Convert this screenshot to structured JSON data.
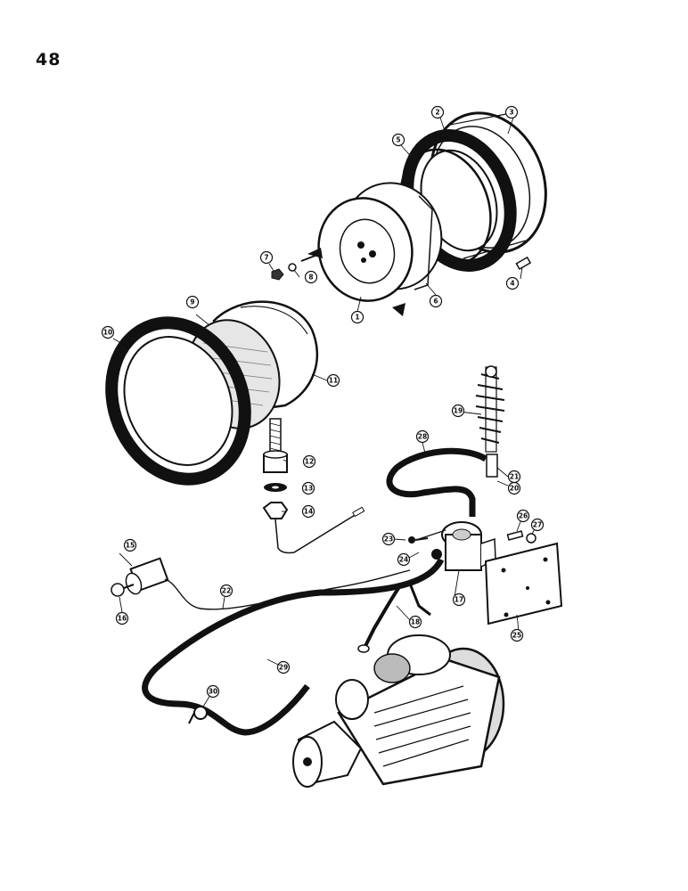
{
  "page_number": "48",
  "callouts": [
    {
      "id": "c1",
      "label": "1"
    },
    {
      "id": "c2",
      "label": "2"
    },
    {
      "id": "c3",
      "label": "3"
    },
    {
      "id": "c4",
      "label": "4"
    },
    {
      "id": "c5",
      "label": "5"
    },
    {
      "id": "c6",
      "label": "6"
    },
    {
      "id": "c7",
      "label": "7"
    },
    {
      "id": "c8",
      "label": "8"
    },
    {
      "id": "c9",
      "label": "9"
    },
    {
      "id": "c10",
      "label": "10"
    },
    {
      "id": "c11",
      "label": "11"
    },
    {
      "id": "c12",
      "label": "12"
    },
    {
      "id": "c13",
      "label": "13"
    },
    {
      "id": "c14",
      "label": "14"
    },
    {
      "id": "c15",
      "label": "15"
    },
    {
      "id": "c16",
      "label": "16"
    },
    {
      "id": "c17",
      "label": "17"
    },
    {
      "id": "c18",
      "label": "18"
    },
    {
      "id": "c19",
      "label": "19"
    },
    {
      "id": "c20",
      "label": "20"
    },
    {
      "id": "c21",
      "label": "21"
    },
    {
      "id": "c22",
      "label": "22"
    },
    {
      "id": "c23",
      "label": "23"
    },
    {
      "id": "c24",
      "label": "24"
    },
    {
      "id": "c25",
      "label": "25"
    },
    {
      "id": "c26",
      "label": "26"
    },
    {
      "id": "c27",
      "label": "27"
    },
    {
      "id": "c28",
      "label": "28"
    },
    {
      "id": "c29",
      "label": "29"
    },
    {
      "id": "c30",
      "label": "30"
    }
  ]
}
